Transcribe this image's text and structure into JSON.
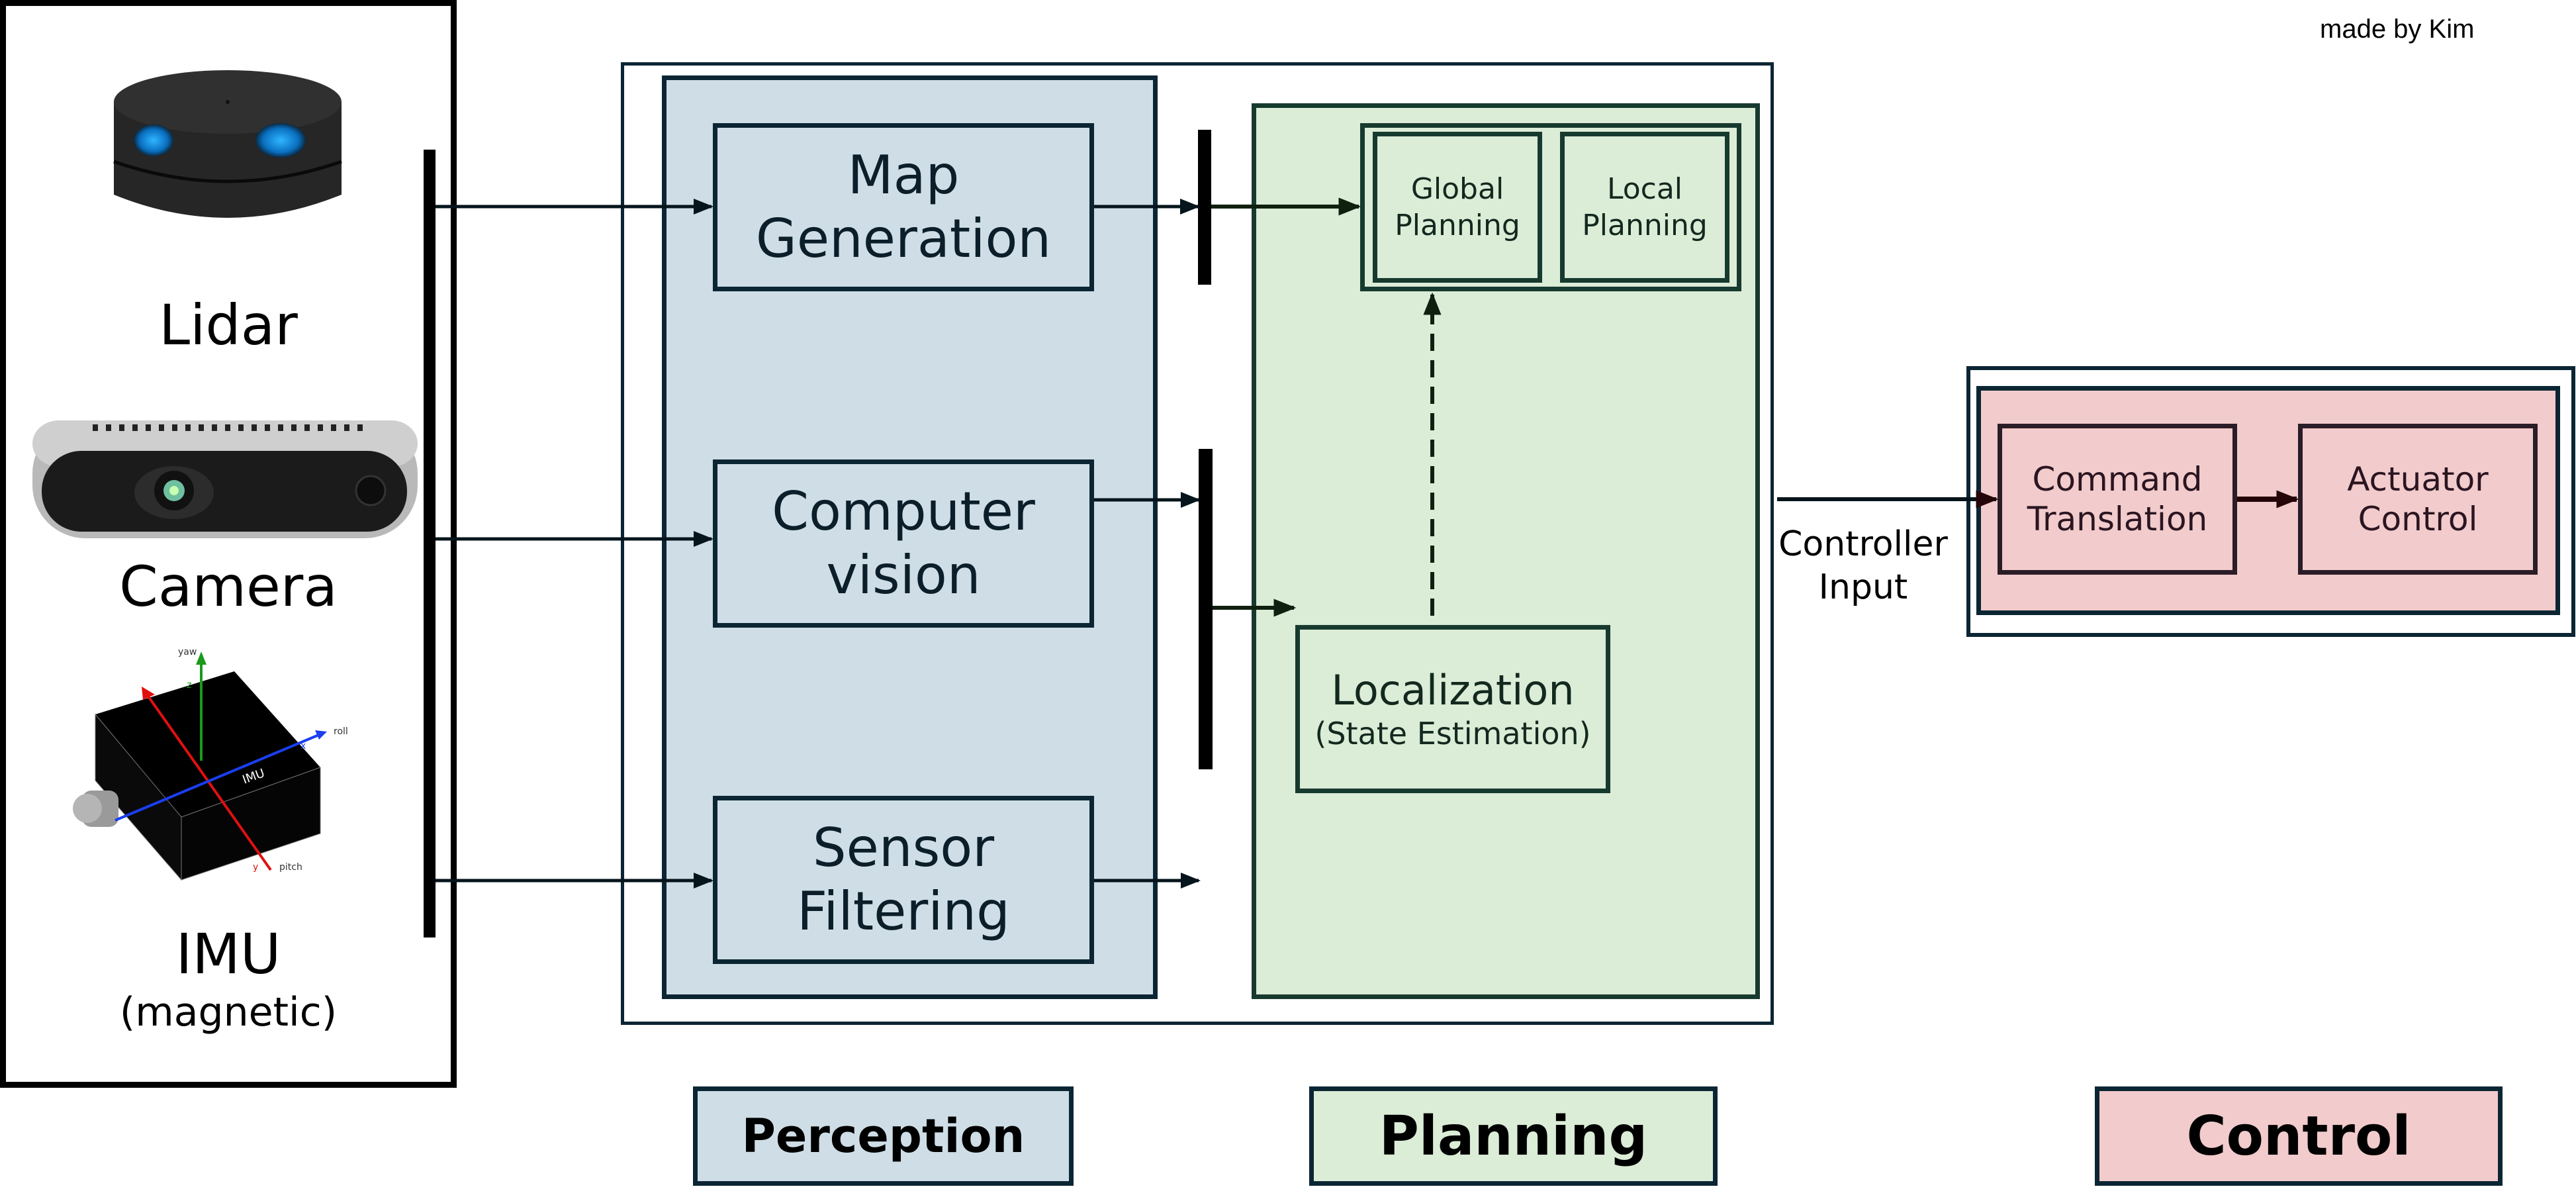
{
  "credit": "made by Kim",
  "sensors": [
    {
      "label": "Lidar",
      "sub": "",
      "icon": "lidar-icon"
    },
    {
      "label": "Camera",
      "sub": "",
      "icon": "camera-icon"
    },
    {
      "label": "IMU",
      "sub": "(magnetic)",
      "icon": "imu-icon",
      "axis_labels": {
        "yaw": "yaw",
        "z": "z",
        "roll": "roll",
        "x": "x",
        "y": "y",
        "pitch": "pitch",
        "body": "IMU"
      }
    }
  ],
  "perception": {
    "boxes": [
      {
        "line1": "Map",
        "line2": "Generation"
      },
      {
        "line1": "Computer",
        "line2": "vision"
      },
      {
        "line1": "Sensor",
        "line2": "Filtering"
      }
    ]
  },
  "planning": {
    "global": {
      "line1": "Global",
      "line2": "Planning"
    },
    "local": {
      "line1": "Local",
      "line2": "Planning"
    },
    "localization": {
      "line1": "Localization",
      "line2": "(State Estimation)"
    }
  },
  "controller_input": {
    "line1": "Controller",
    "line2": "Input"
  },
  "control": {
    "command": {
      "line1": "Command",
      "line2": "Translation"
    },
    "actuator": {
      "line1": "Actuator",
      "line2": "Control"
    }
  },
  "legend": [
    {
      "label": "Perception",
      "color": "#cfdee6"
    },
    {
      "label": "Planning",
      "color": "#dbecd7"
    },
    {
      "label": "Control",
      "color": "#f2cbcc"
    }
  ],
  "colors": {
    "frame": "#0b2533",
    "perception_fill": "#cfdee6",
    "planning_fill": "#dbecd7",
    "planning_border": "#173a2f",
    "control_fill": "#f2cbcc",
    "control_border": "#2a1d27"
  }
}
